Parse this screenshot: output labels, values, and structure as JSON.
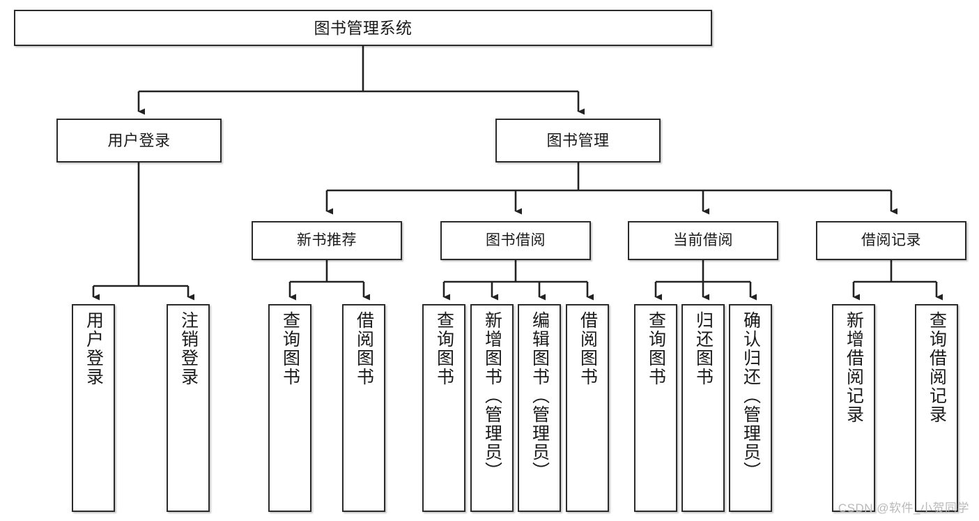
{
  "diagram": {
    "title": "图书管理系统",
    "watermark": "CSDN @软件_小贺同学",
    "colors": {
      "box_border": "#2b2b2b",
      "box_fill": "#ffffff",
      "connector": "#222222",
      "text": "#1a1a1a",
      "watermark": "#b9b9b9"
    },
    "root": {
      "label": "图书管理系统"
    },
    "level1": [
      {
        "label": "用户登录"
      },
      {
        "label": "图书管理"
      }
    ],
    "level2": [
      {
        "label": "新书推荐"
      },
      {
        "label": "图书借阅"
      },
      {
        "label": "当前借阅"
      },
      {
        "label": "借阅记录"
      }
    ],
    "leaves": {
      "user_login": [
        {
          "label": "用户登录"
        },
        {
          "label": "注销登录"
        }
      ],
      "new_book_recommend": [
        {
          "label": "查询图书"
        },
        {
          "label": "借阅图书"
        }
      ],
      "book_borrow": [
        {
          "label": "查询图书"
        },
        {
          "label": "新增图书（管理员）"
        },
        {
          "label": "编辑图书（管理员）"
        },
        {
          "label": "借阅图书"
        }
      ],
      "current_borrow": [
        {
          "label": "查询图书"
        },
        {
          "label": "归还图书"
        },
        {
          "label": "确认归还（管理员）"
        }
      ],
      "borrow_record": [
        {
          "label": "新增借阅记录"
        },
        {
          "label": "查询借阅记录"
        }
      ]
    }
  }
}
